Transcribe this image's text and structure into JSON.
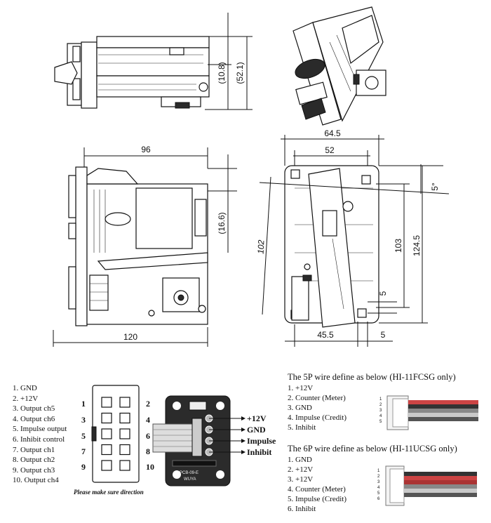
{
  "dimensions": {
    "top_height_inner": "(10.8)",
    "top_height_outer": "(52.1)",
    "side_width": "96",
    "side_offset": "(16.6)",
    "side_length": "120",
    "front_width_outer": "64.5",
    "front_width_inner": "52",
    "front_angle": "5°",
    "front_height_diag": "102",
    "front_height_inner": "103",
    "front_height_outer": "124.5",
    "front_bottom_offset": "45.5",
    "front_small_gap": "5",
    "front_small_gap_bottom": "5"
  },
  "pin_definitions": [
    "1. GND",
    "2. +12V",
    "3. Output ch5",
    "4. Output ch6",
    "5. Impulse output",
    "6. Inhibit control",
    "7. Output ch1",
    "8. Output ch2",
    "9. Output ch3",
    "10. Output ch4"
  ],
  "connector_numbers": {
    "left": [
      "1",
      "3",
      "5",
      "7",
      "9"
    ],
    "right": [
      "2",
      "4",
      "6",
      "8",
      "10"
    ]
  },
  "direction_note": "Please make sure direction",
  "board": {
    "labels": [
      "+12V",
      "GND",
      "Impulse",
      "Inhibit"
    ],
    "silkscreen_1": "PCB-09-E",
    "silkscreen_2": "WUYA"
  },
  "wire_5p": {
    "title": "The 5P wire define as below (HI-11FCSG only)",
    "items": [
      "1. +12V",
      "2. Counter (Meter)",
      "3. GND",
      "4. Impulse (Credit)",
      "5. Inhibit"
    ],
    "pin_numbers": [
      "1",
      "2",
      "3",
      "4",
      "5"
    ]
  },
  "wire_6p": {
    "title": "The 6P wire define as below (HI-11UCSG only)",
    "items": [
      "1. GND",
      "2. +12V",
      "3. +12V",
      "4. Counter (Meter)",
      "5. Impulse (Credit)",
      "6. Inhibit"
    ],
    "pin_numbers": [
      "1",
      "2",
      "3",
      "4",
      "5",
      "6"
    ]
  }
}
